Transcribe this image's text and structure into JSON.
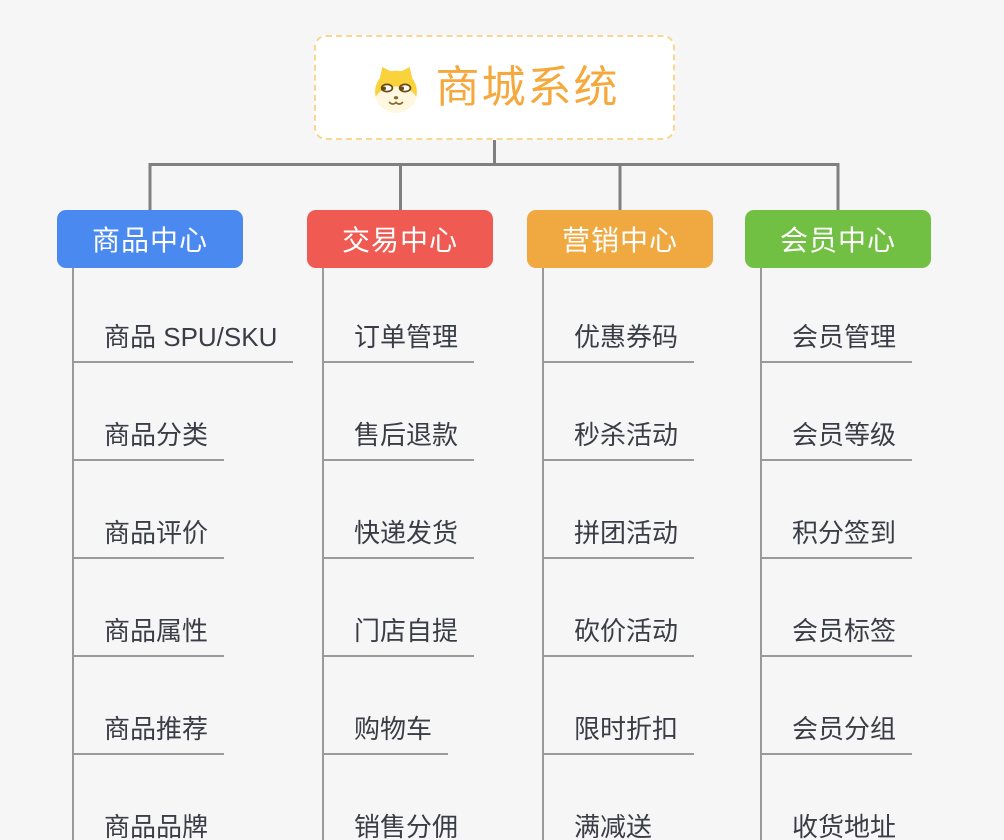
{
  "root": {
    "title": "商城系统",
    "icon": "dog-face-icon",
    "title_color": "#f5a83c",
    "border_color": "#f8d693"
  },
  "connector_color": "#808080",
  "item_line_color": "#9a9a9a",
  "background_color": "#f6f6f6",
  "branches": [
    {
      "label": "商品中心",
      "color": "#4a89f0",
      "items": [
        "商品 SPU/SKU",
        "商品分类",
        "商品评价",
        "商品属性",
        "商品推荐",
        "商品品牌"
      ]
    },
    {
      "label": "交易中心",
      "color": "#ef5a52",
      "items": [
        "订单管理",
        "售后退款",
        "快递发货",
        "门店自提",
        "购物车",
        "销售分佣"
      ]
    },
    {
      "label": "营销中心",
      "color": "#efa940",
      "items": [
        "优惠券码",
        "秒杀活动",
        "拼团活动",
        "砍价活动",
        "限时折扣",
        "满减送"
      ]
    },
    {
      "label": "会员中心",
      "color": "#72c043",
      "items": [
        "会员管理",
        "会员等级",
        "积分签到",
        "会员标签",
        "会员分组",
        "收货地址"
      ]
    }
  ]
}
